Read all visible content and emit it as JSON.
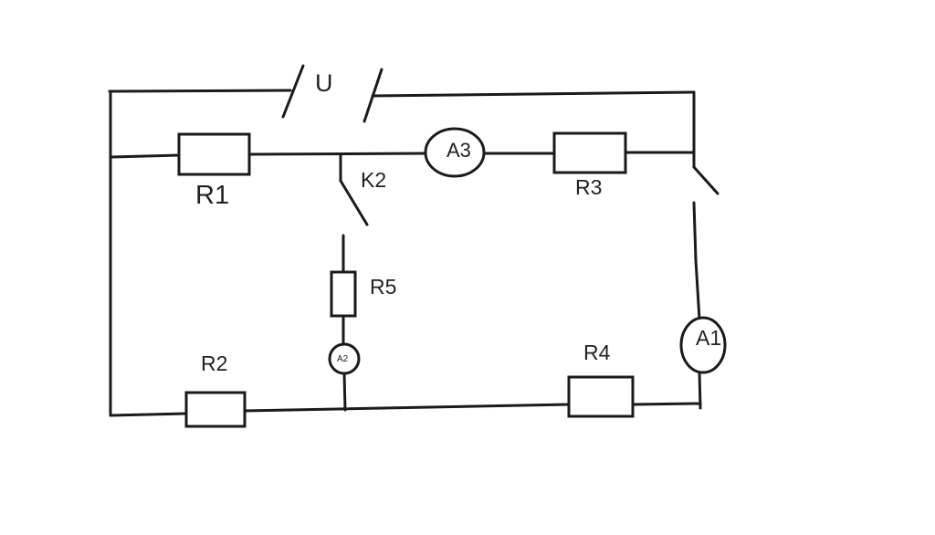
{
  "labels": {
    "source": "U",
    "r1": "R1",
    "r2": "R2",
    "r3": "R3",
    "r4": "R4",
    "r5": "R5",
    "k2": "K2",
    "a1": "A1",
    "a2": "A2",
    "a3": "A3"
  },
  "colors": {
    "line": "#1a1a1a",
    "text": "#222222",
    "background": "#ffffff"
  }
}
